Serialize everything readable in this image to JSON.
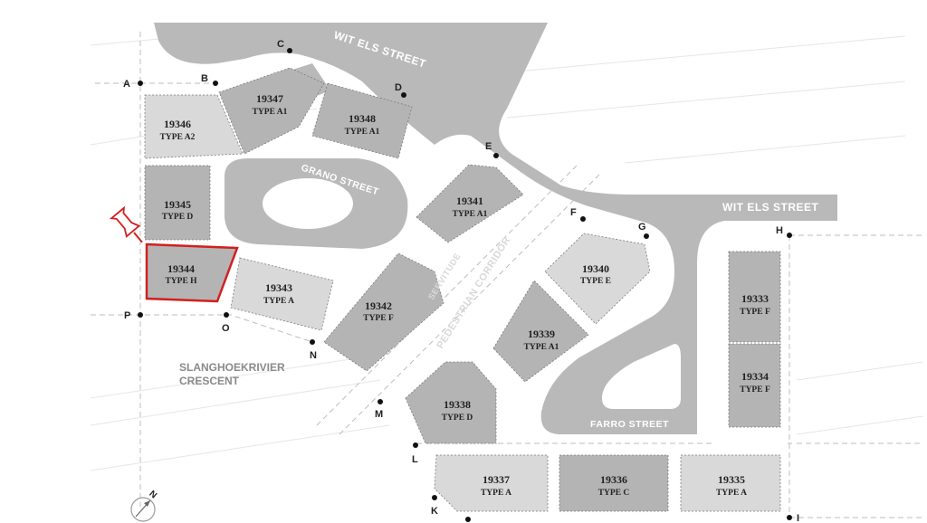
{
  "streets": {
    "wit_els_top": "WIT ELS STREET",
    "wit_els_right": "WIT ELS STREET",
    "grano": "GRANO STREET",
    "farro": "FARRO STREET",
    "servitude": "SERVITUDE",
    "pedestrian_corridor": "PEDESTRIAN CORRIDOR"
  },
  "area_label": {
    "line1": "SLANGHOEKRIVIER",
    "line2": "CRESCENT"
  },
  "compass": {
    "north": "N"
  },
  "highlighted_lot": "19344",
  "lots": [
    {
      "number": "19346",
      "type": "TYPE A2"
    },
    {
      "number": "19347",
      "type": "TYPE A1"
    },
    {
      "number": "19348",
      "type": "TYPE A1"
    },
    {
      "number": "19345",
      "type": "TYPE D"
    },
    {
      "number": "19344",
      "type": "TYPE H"
    },
    {
      "number": "19343",
      "type": "TYPE A"
    },
    {
      "number": "19341",
      "type": "TYPE A1"
    },
    {
      "number": "19342",
      "type": "TYPE F"
    },
    {
      "number": "19340",
      "type": "TYPE E"
    },
    {
      "number": "19339",
      "type": "TYPE A1"
    },
    {
      "number": "19338",
      "type": "TYPE D"
    },
    {
      "number": "19337",
      "type": "TYPE A"
    },
    {
      "number": "19336",
      "type": "TYPE C"
    },
    {
      "number": "19335",
      "type": "TYPE A"
    },
    {
      "number": "19333",
      "type": "TYPE F"
    },
    {
      "number": "19334",
      "type": "TYPE F"
    }
  ],
  "points": [
    "A",
    "B",
    "C",
    "D",
    "E",
    "F",
    "G",
    "H",
    "I",
    "K",
    "L",
    "M",
    "N",
    "O",
    "P"
  ],
  "colors": {
    "highlight": "#d21f1f",
    "road": "#b9b9b9",
    "lot_dark": "#b4b4b4",
    "lot_light": "#d9d9d9"
  }
}
